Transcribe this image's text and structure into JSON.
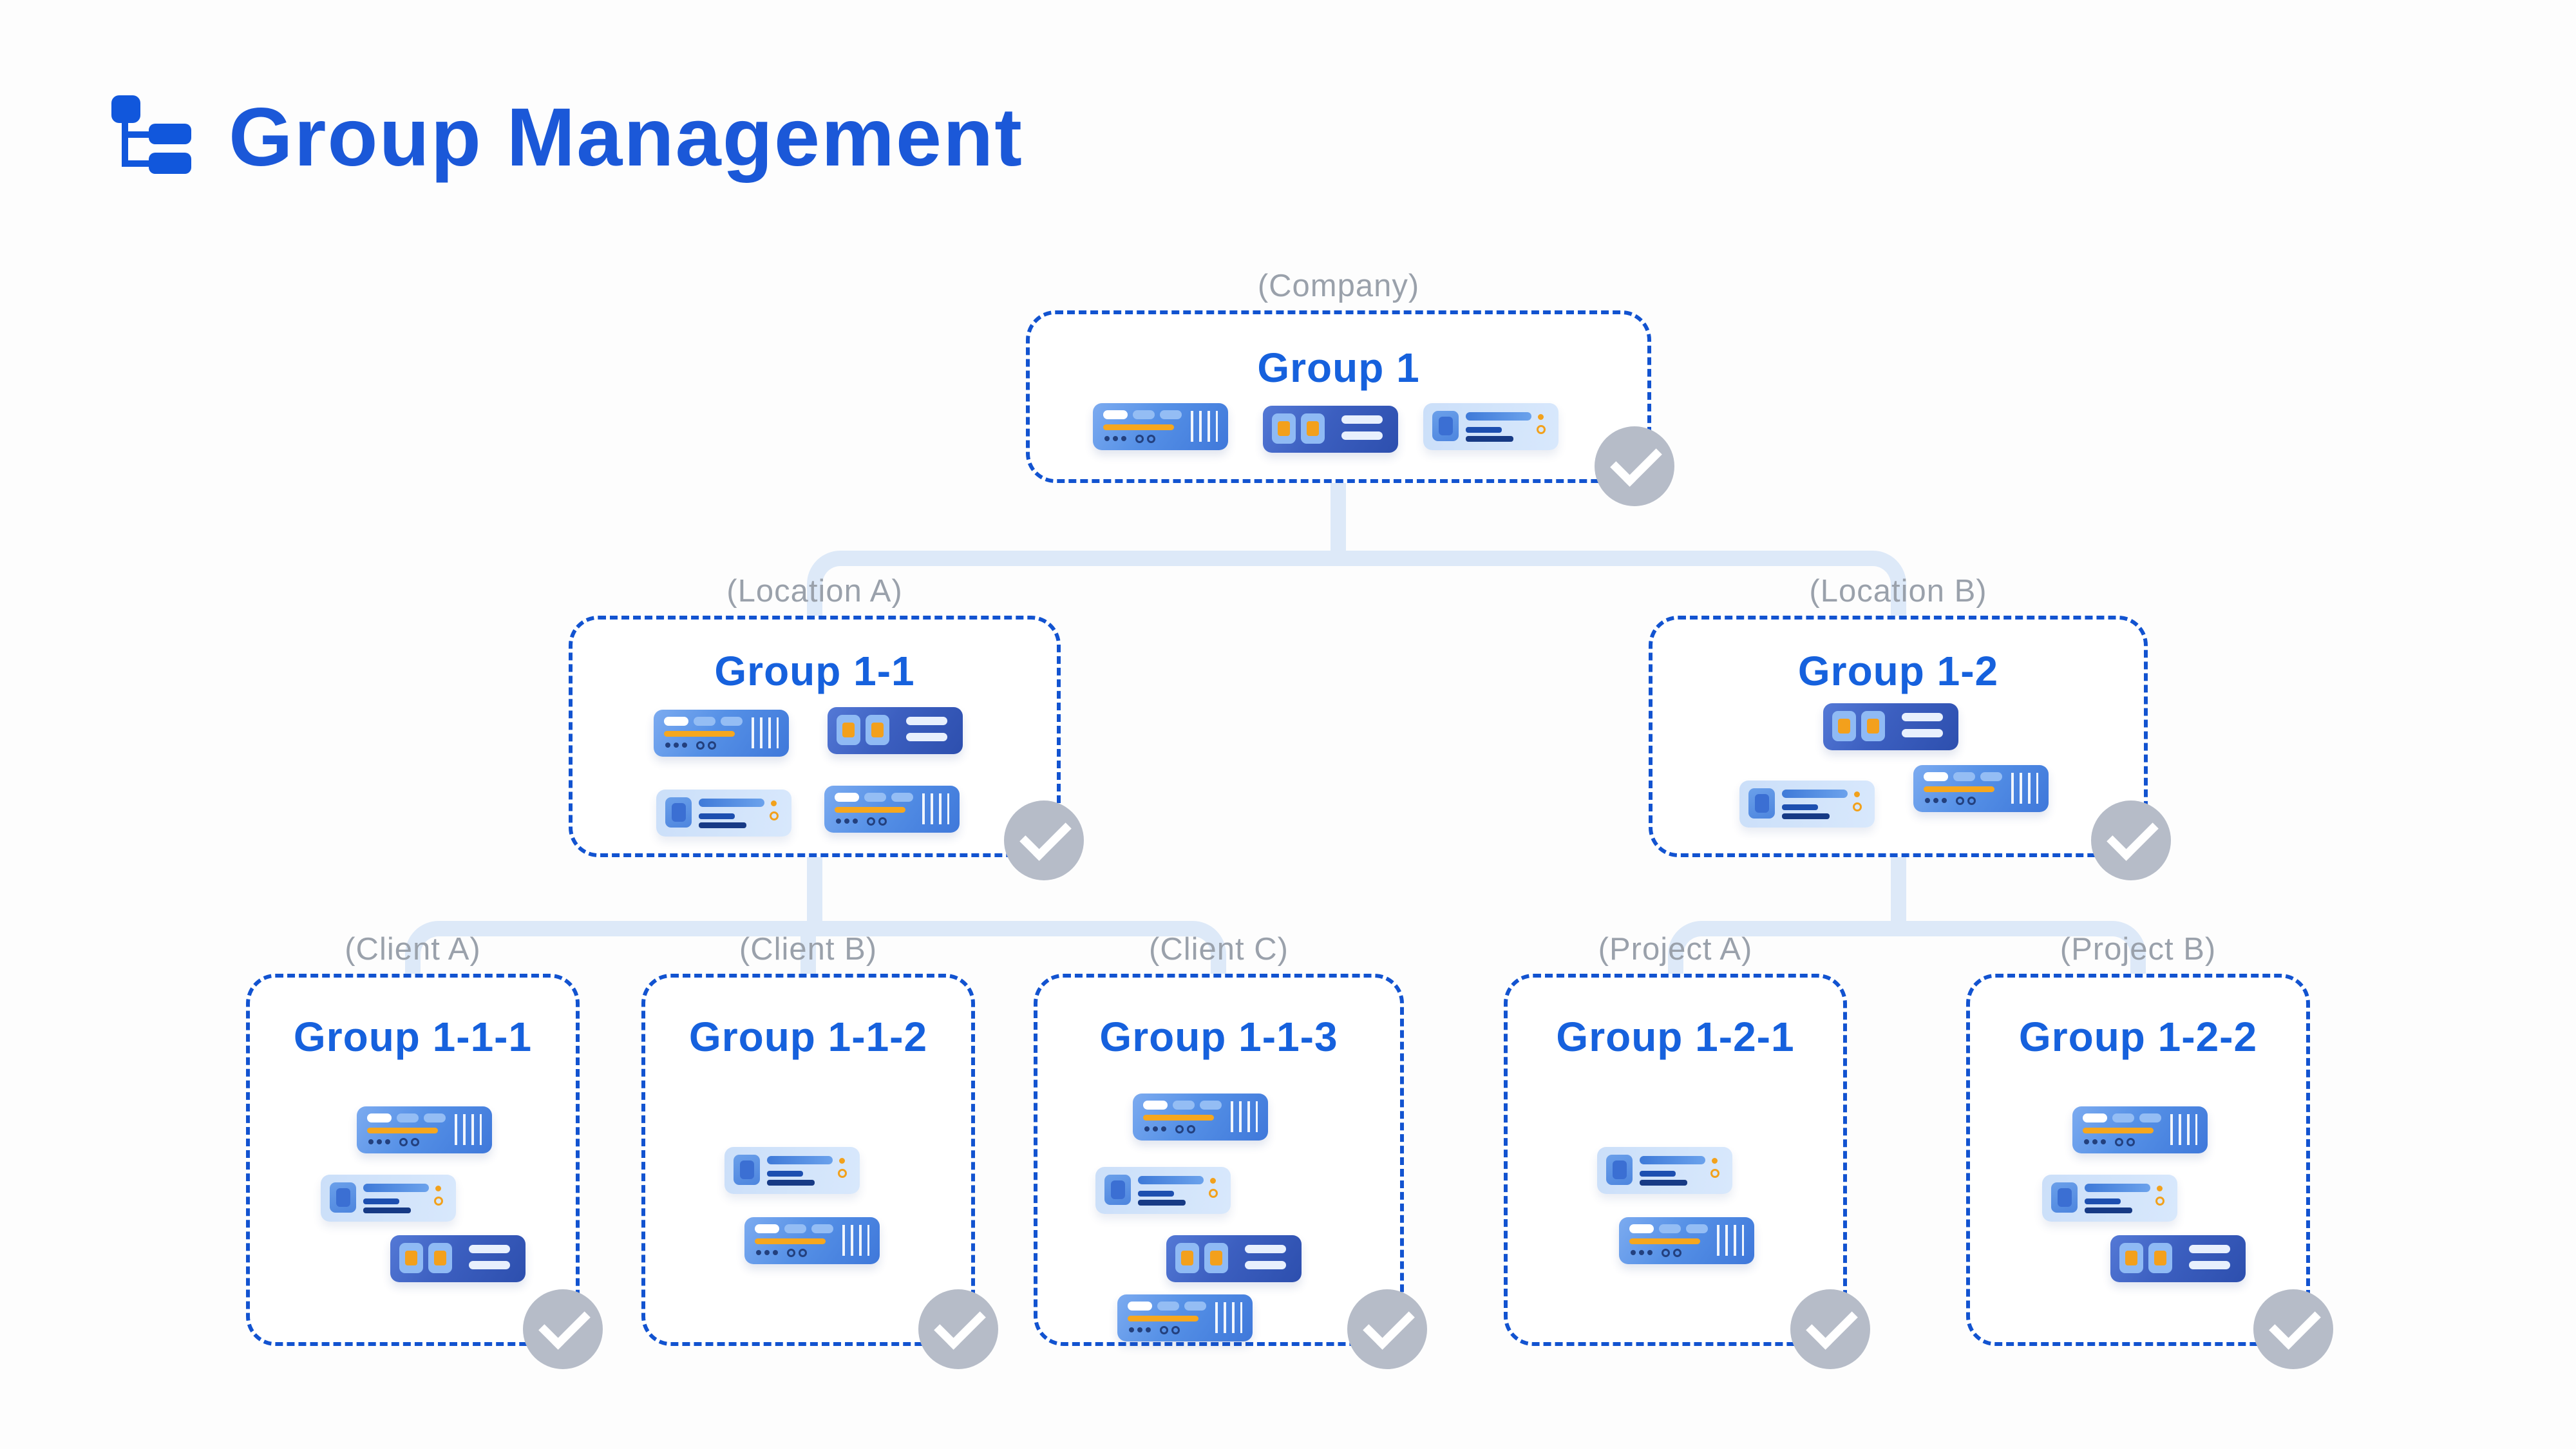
{
  "header": {
    "title": "Group Management",
    "icon": "org-hierarchy-icon"
  },
  "colors": {
    "accent_blue": "#1b58d8",
    "node_border_blue": "#1253d0",
    "node_title_blue": "#1661dd",
    "tag_gray": "#9aa1ab",
    "connector_light_blue": "#dde9f8",
    "badge_gray": "#b6bcc8",
    "server_orange": "#f3a01c"
  },
  "tree": {
    "g1": {
      "tag": "(Company)",
      "title": "Group 1",
      "status": "check",
      "servers": [
        "server-a",
        "server-b",
        "server-c"
      ]
    },
    "g11": {
      "tag": "(Location A)",
      "title": "Group 1-1",
      "status": "check",
      "servers": [
        "server-a",
        "server-b",
        "server-c",
        "server-a"
      ]
    },
    "g12": {
      "tag": "(Location B)",
      "title": "Group 1-2",
      "status": "check",
      "servers": [
        "server-b",
        "server-c",
        "server-a"
      ]
    },
    "g111": {
      "tag": "(Client A)",
      "title": "Group 1-1-1",
      "status": "check",
      "servers": [
        "server-a",
        "server-c",
        "server-b"
      ]
    },
    "g112": {
      "tag": "(Client B)",
      "title": "Group 1-1-2",
      "status": "check",
      "servers": [
        "server-c",
        "server-a"
      ]
    },
    "g113": {
      "tag": "(Client C)",
      "title": "Group 1-1-3",
      "status": "check",
      "servers": [
        "server-a",
        "server-c",
        "server-b",
        "server-a"
      ]
    },
    "g121": {
      "tag": "(Project A)",
      "title": "Group 1-2-1",
      "status": "check",
      "servers": [
        "server-c",
        "server-a"
      ]
    },
    "g122": {
      "tag": "(Project B)",
      "title": "Group 1-2-2",
      "status": "check",
      "servers": [
        "server-a",
        "server-c",
        "server-b"
      ]
    }
  }
}
